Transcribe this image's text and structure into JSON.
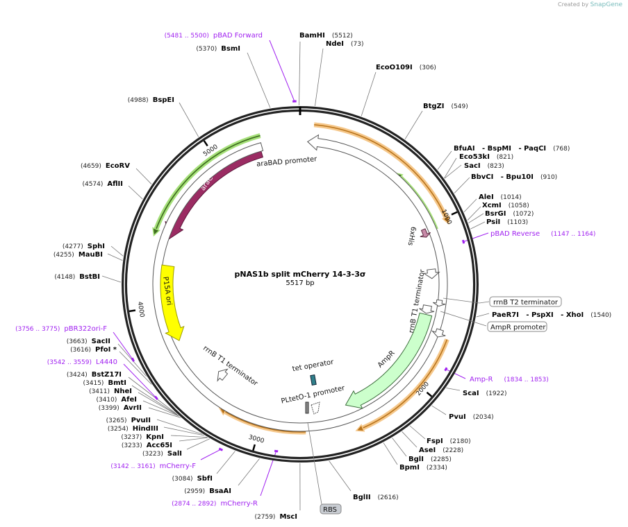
{
  "credit": {
    "prefix": "Created by",
    "brand": "SnapGene"
  },
  "plasmid": {
    "name": "pNAS1b split mCherry 14-3-3σ",
    "length": "5517 bp",
    "total_bp": 5517
  },
  "ticks": [
    "1000",
    "2000",
    "3000",
    "4000",
    "5000"
  ],
  "sites": [
    {
      "name": "BamHI",
      "pos": 5512
    },
    {
      "name": "NdeI",
      "pos": 73
    },
    {
      "name": "BsmI",
      "pos": 5370
    },
    {
      "name": "EcoO109I",
      "pos": 306
    },
    {
      "name": "BtgZI",
      "pos": 549
    },
    {
      "name": "BspEI",
      "pos": 4988
    },
    {
      "name": "BfuAI   - BspMI   - PaqCI",
      "pos": 768
    },
    {
      "name": "Eco53kI",
      "pos": 821
    },
    {
      "name": "SacI",
      "pos": 823
    },
    {
      "name": "BbvCI   - Bpu10I",
      "pos": 910
    },
    {
      "name": "AleI",
      "pos": 1014
    },
    {
      "name": "XcmI",
      "pos": 1058
    },
    {
      "name": "BsrGI",
      "pos": 1072
    },
    {
      "name": "PsiI",
      "pos": 1103
    },
    {
      "name": "EcoRV",
      "pos": 4659
    },
    {
      "name": "AflII",
      "pos": 4574
    },
    {
      "name": "SphI",
      "pos": 4277
    },
    {
      "name": "MauBI",
      "pos": 4255
    },
    {
      "name": "BstBI",
      "pos": 4148
    },
    {
      "name": "PaeR7I   - PspXI   - XhoI",
      "pos": 1540
    },
    {
      "name": "ScaI",
      "pos": 1922
    },
    {
      "name": "PvuI",
      "pos": 2034
    },
    {
      "name": "FspI",
      "pos": 2180
    },
    {
      "name": "AseI",
      "pos": 2228
    },
    {
      "name": "BglI",
      "pos": 2285
    },
    {
      "name": "BpmI",
      "pos": 2334
    },
    {
      "name": "BglII",
      "pos": 2616
    },
    {
      "name": "MscI",
      "pos": 2759
    },
    {
      "name": "BsaAI",
      "pos": 2959
    },
    {
      "name": "SbfI",
      "pos": 3084
    },
    {
      "name": "SalI",
      "pos": 3223
    },
    {
      "name": "Acc65I",
      "pos": 3233
    },
    {
      "name": "KpnI",
      "pos": 3237
    },
    {
      "name": "HindIII",
      "pos": 3254
    },
    {
      "name": "PvuII",
      "pos": 3265
    },
    {
      "name": "AvrII",
      "pos": 3399
    },
    {
      "name": "AfeI",
      "pos": 3410
    },
    {
      "name": "NheI",
      "pos": 3411
    },
    {
      "name": "BmtI",
      "pos": 3415
    },
    {
      "name": "BstZ17I",
      "pos": 3424
    },
    {
      "name": "PfoI *",
      "pos": 3616
    },
    {
      "name": "SacII",
      "pos": 3663
    }
  ],
  "primers": [
    {
      "name": "pBAD Forward",
      "range": "5481 .. 5500",
      "pos": 5490
    },
    {
      "name": "pBAD Reverse",
      "range": "1147 .. 1164",
      "pos": 1155
    },
    {
      "name": "Amp-R",
      "range": "1834 .. 1853",
      "pos": 1843
    },
    {
      "name": "mCherry-R",
      "range": "2874 .. 2892",
      "pos": 2883
    },
    {
      "name": "mCherry-F",
      "range": "3142 .. 3161",
      "pos": 3151
    },
    {
      "name": "L4440",
      "range": "3542 .. 3559",
      "pos": 3550
    },
    {
      "name": "pBR322ori-F",
      "range": "3756 .. 3775",
      "pos": 3765
    }
  ],
  "features": {
    "arabad": "araBAD promoter",
    "arac": "araC",
    "his": "6xHis",
    "p15a": "P15A ori",
    "rrnb_t1_left": "rrnB T1 terminator",
    "rrnb_t1_right": "rrnB T1 terminator",
    "rrnb_t2": "rrnB T2 terminator",
    "ampr": "AmpR",
    "ampr_promoter": "AmpR promoter",
    "tet_operator": "tet operator",
    "pltet": "PLtetO-1 promoter",
    "rbs": "RBS"
  },
  "colors": {
    "arac": "#9b2c63",
    "p15a": "#ffff00",
    "ampr": "#ccffcc",
    "orf": "#f5c78a",
    "translation": "#a6e07a",
    "primer": "#a020f0",
    "his": "#c88aa8",
    "tet": "#2f7f8a"
  }
}
